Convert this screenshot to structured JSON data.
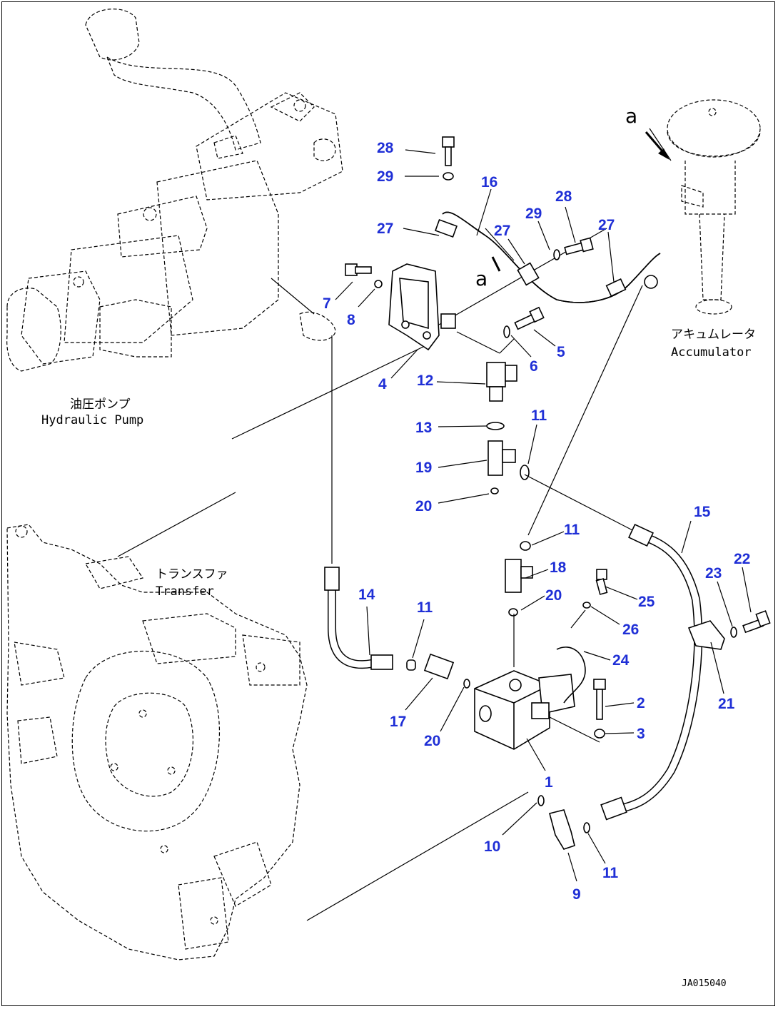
{
  "labels": {
    "hydraulic_pump_jp": "油圧ポンプ",
    "hydraulic_pump_en": "Hydraulic Pump",
    "transfer_jp": "トランスファ",
    "transfer_en": "Transfer",
    "accumulator_jp": "アキュムレータ",
    "accumulator_en": "Accumulator",
    "view_a_top": "a",
    "view_a_mid": "a",
    "drawing_code": "JA015040"
  },
  "callouts": [
    "28",
    "29",
    "16",
    "28",
    "29",
    "27",
    "27",
    "27",
    "7",
    "8",
    "5",
    "6",
    "4",
    "12",
    "11",
    "13",
    "19",
    "20",
    "15",
    "11",
    "22",
    "18",
    "23",
    "20",
    "25",
    "14",
    "11",
    "26",
    "24",
    "21",
    "2",
    "17",
    "20",
    "3",
    "1",
    "10",
    "11",
    "9"
  ],
  "colors": {
    "callout": "#1f2fd6",
    "line": "#000000"
  }
}
